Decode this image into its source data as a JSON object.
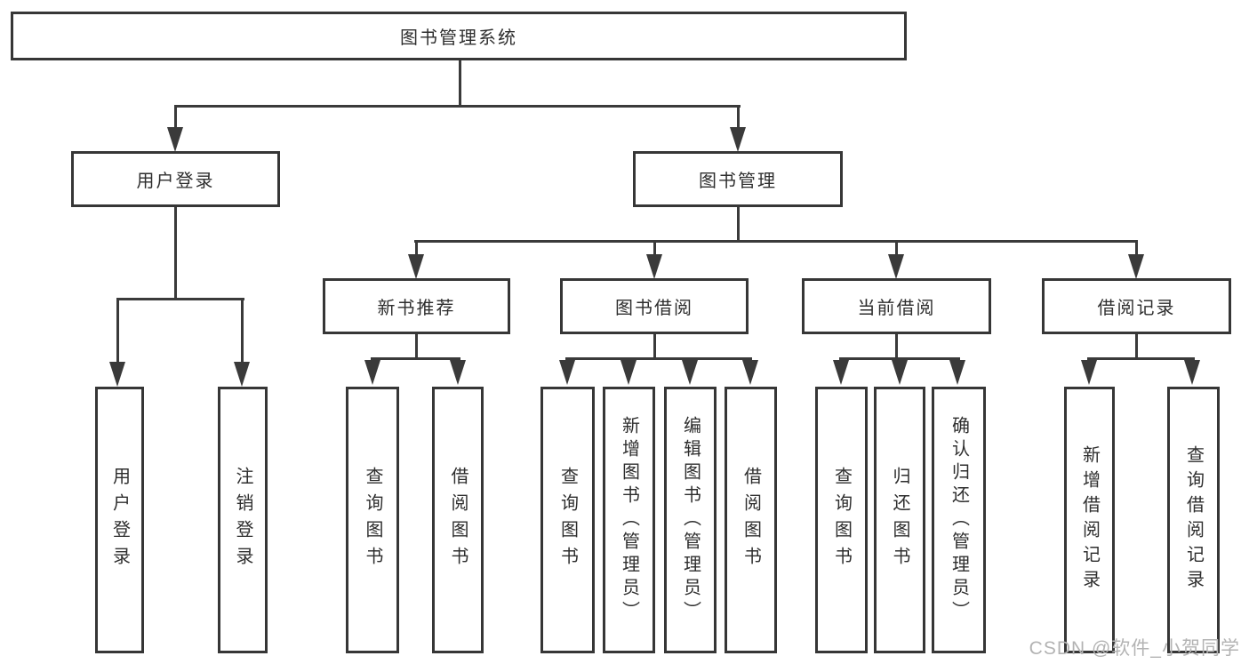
{
  "nodes": {
    "root": "图书管理系统",
    "user_login": "用户登录",
    "book_mgmt": "图书管理",
    "new_books": "新书推荐",
    "book_borrow": "图书借阅",
    "current_borrow": "当前借阅",
    "borrow_records": "借阅记录",
    "leaf_user_login": "用户登录",
    "leaf_logout": "注销登录",
    "leaf_nb_query": "查询图书",
    "leaf_nb_borrow": "借阅图书",
    "leaf_bb_query": "查询图书",
    "leaf_bb_add": "新增图书（管理员）",
    "leaf_bb_edit": "编辑图书（管理员）",
    "leaf_bb_borrow": "借阅图书",
    "leaf_cb_query": "查询图书",
    "leaf_cb_return": "归还图书",
    "leaf_cb_confirm": "确认归还（管理员）",
    "leaf_br_add": "新增借阅记录",
    "leaf_br_query": "查询借阅记录"
  },
  "colors": {
    "line": "#3a3a3a",
    "border": "#363636",
    "text": "#2e2e2e",
    "watermark": "#b3b3b3"
  },
  "watermark": "CSDN @软件_小贺同学"
}
